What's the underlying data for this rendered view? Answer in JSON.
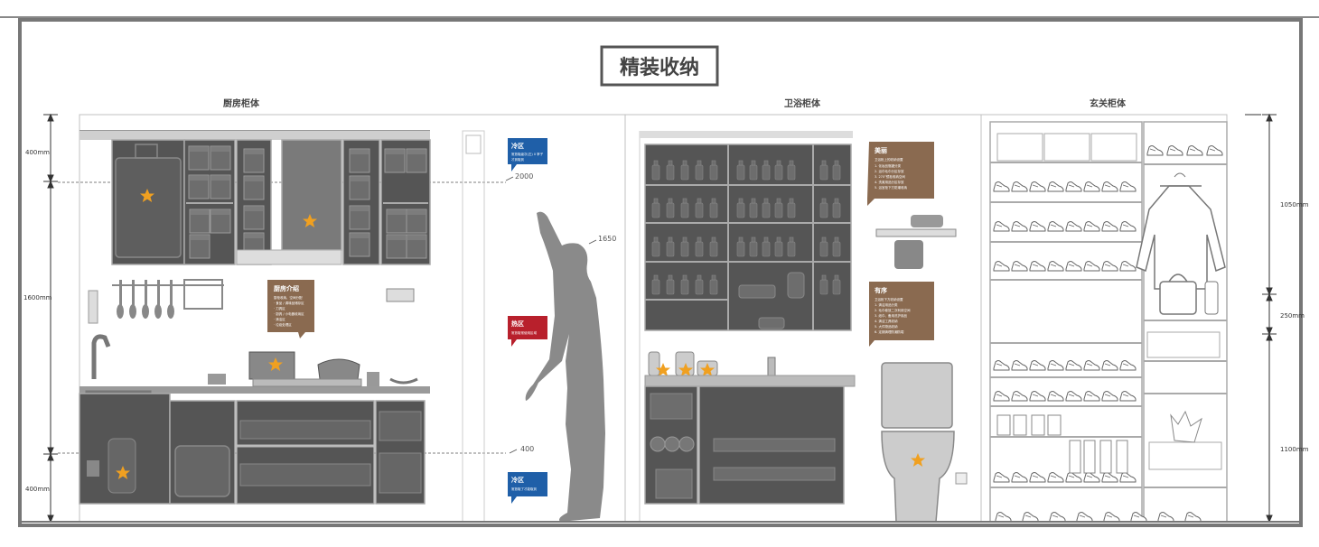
{
  "title": "精装收纳",
  "sections": {
    "kitchen": "厨房柜体",
    "bathroom": "卫浴柜体",
    "entrance": "玄关柜体"
  },
  "dimensions": {
    "left_top": "400mm",
    "left_mid": "1600mm",
    "left_bottom": "400mm",
    "right_top": "1050mm",
    "right_mid": "250mm",
    "right_bottom": "1100mm"
  },
  "height_marks": {
    "h2000": "2000",
    "h1650": "1650",
    "h400": "400"
  },
  "zones": {
    "cold_top": {
      "title": "冷区",
      "lines": [
        "常放取级次(左) 0 掌子",
        "才到取到"
      ],
      "color": "#1f5fa8"
    },
    "hot": {
      "title": "热区",
      "lines": [
        "常放取常使用区域"
      ],
      "color": "#b8202c"
    },
    "cold_bottom": {
      "title": "冷区",
      "lines": [
        "常放取了才能取到"
      ],
      "color": "#1f5fa8"
    }
  },
  "callouts": {
    "kitchen_intro": {
      "title": "厨房介绍",
      "lines": [
        "厨柜收纳、空间分配",
        "· 食品 / 调味品储存区",
        "· 刀具区",
        "· 厨具 / 小电器收纳区",
        "· 清洁区",
        "· 垃圾处理区"
      ],
      "color": "#8a6a50"
    },
    "beauty": {
      "title": "美丽",
      "lines": [
        "卫浴柜上的收纳设置",
        "1. 化妆品瓶罐分类",
        "2. 浴巾毛巾分区存放",
        "3. 270°镜柜收纳空间",
        "4. 洗漱用品分区存放",
        "5. 浴室柜下方防潮收纳"
      ],
      "color": "#8a6a50"
    },
    "order": {
      "title": "有序",
      "lines": [
        "卫浴柜下方收纳设置",
        "1. 清洁用品分类",
        "2. 毛巾卷放二次利用空间",
        "3. 纸巾、备用洗护用品",
        "4. 清洁工具收纳",
        "5. 大件物品收纳",
        "6. 定期清理防潮防霉"
      ],
      "color": "#8a6a50"
    }
  },
  "colors": {
    "frame": "#777777",
    "cabinet": "#555555",
    "line": "#b5b5b5",
    "star": "#f0a020"
  },
  "icons": [
    "star-icon",
    "person-silhouette",
    "faucet-icon",
    "pot-icon",
    "toilet-icon",
    "shoe-icon",
    "coat-icon",
    "bag-icon"
  ]
}
